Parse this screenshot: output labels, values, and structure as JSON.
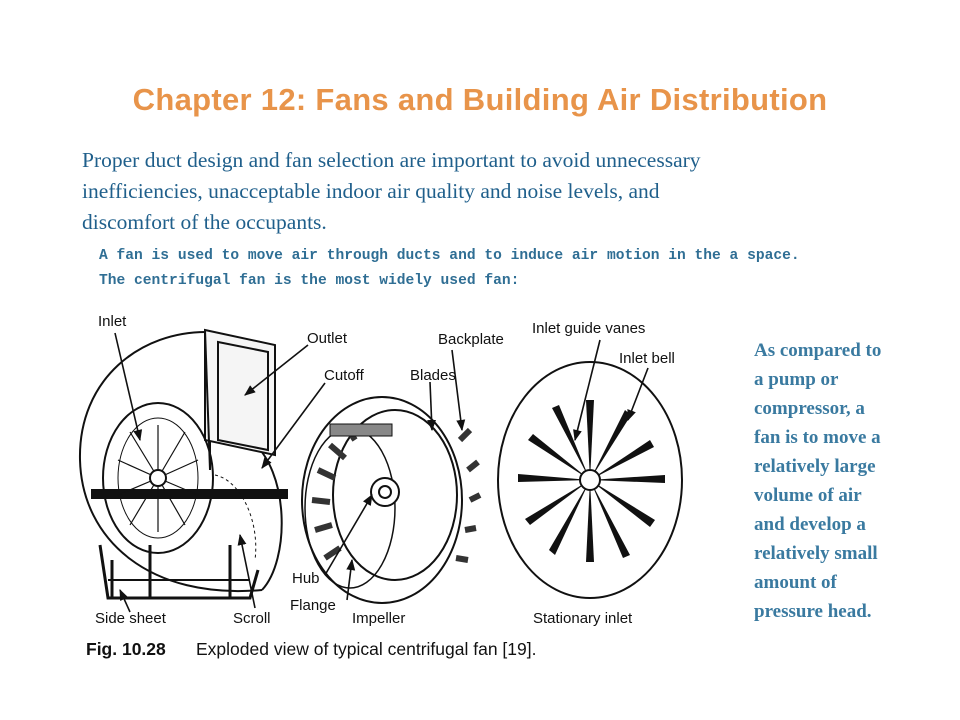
{
  "slide": {
    "title": "Chapter 12: Fans and Building Air Distribution",
    "intro_lines": [
      "Proper duct design and fan selection are important to avoid unnecessary",
      "inefficiencies, unacceptable indoor air quality and noise levels, and",
      "discomfort of the occupants."
    ],
    "sub_lines": [
      "A fan is used to move air through ducts and to induce air motion in the a space.",
      "The centrifugal fan is the most widely used fan:"
    ],
    "side_lines": [
      "As compared to",
      "a pump or",
      "compressor, a",
      "fan is to move a",
      "relatively large",
      "volume of air",
      "and develop a",
      "relatively small",
      "amount of",
      "pressure head."
    ]
  },
  "figure": {
    "labels": {
      "inlet": "Inlet",
      "outlet": "Outlet",
      "cutoff": "Cutoff",
      "backplate": "Backplate",
      "blades": "Blades",
      "inlet_guide_vanes": "Inlet guide vanes",
      "inlet_bell": "Inlet bell",
      "hub": "Hub",
      "flange": "Flange",
      "side_sheet": "Side sheet",
      "scroll": "Scroll",
      "impeller": "Impeller",
      "stationary_inlet": "Stationary inlet"
    },
    "caption_number": "Fig. 10.28",
    "caption_text": "Exploded view of typical centrifugal fan [19]."
  },
  "colors": {
    "title": "#E8944A",
    "intro": "#1F5F8B",
    "sub": "#2F6E94",
    "side": "#3A7AA0",
    "drawing": "#111111"
  }
}
